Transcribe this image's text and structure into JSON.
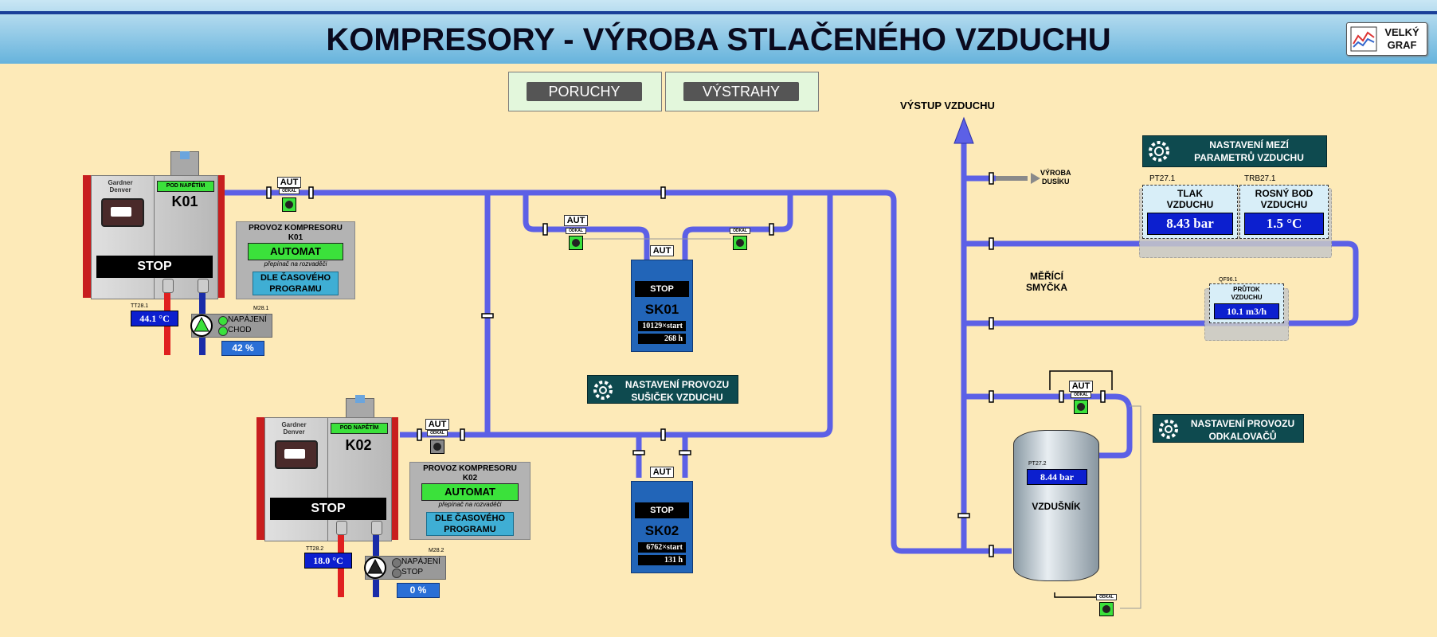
{
  "header": {
    "title": "KOMPRESORY - VÝROBA STLAČENÉHO VZDUCHU",
    "graph_button": "VELKÝ\nGRAF"
  },
  "tabs": {
    "faults": "PORUCHY",
    "warnings": "VÝSTRAHY"
  },
  "labels": {
    "air_output": "VÝSTUP VZDUCHU",
    "nitrogen": "VÝROBA\nDUSÍKU",
    "measuring_loop": "MĚŘÍCÍ\nSMYČKA",
    "receiver": "VZDUŠNÍK"
  },
  "settings": {
    "limits": "NASTAVENÍ MEZÍ\nPARAMETRŮ VZDUCHU",
    "dryers": "NASTAVENÍ PROVOZU\nSUŠIČEK VZDUCHU",
    "drains": "NASTAVENÍ PROVOZU\nODKALOVAČŮ"
  },
  "common": {
    "aut": "AUT",
    "odkal": "ODKAL",
    "brand": "Gardner\nDenver",
    "pod_napetim": "POD NAPĚTÍM",
    "switch_note": "přepínač na rozvaděči",
    "automat": "AUTOMAT",
    "schedule": "DLE ČASOVÉHO\nPROGRAMU",
    "stop": "STOP"
  },
  "k01": {
    "name": "K01",
    "state": "STOP",
    "ctrl_title": "PROVOZ KOMPRESORU\nK01",
    "temp_tag": "TT28.1",
    "temp": "44.1 °C",
    "motor_tag": "M28.1",
    "status1": "NAPÁJENÍ",
    "status2": "CHOD",
    "load": "42 %"
  },
  "k02": {
    "name": "K02",
    "state": "STOP",
    "ctrl_title": "PROVOZ KOMPRESORU\nK02",
    "temp_tag": "TT28.2",
    "temp": "18.0 °C",
    "motor_tag": "M28.2",
    "status1": "NAPÁJENÍ",
    "status2": "STOP",
    "load": "0 %"
  },
  "sk01": {
    "name": "SK01",
    "state": "STOP",
    "starts": "10129×start",
    "hours": "268 h"
  },
  "sk02": {
    "name": "SK02",
    "state": "STOP",
    "starts": "6762×start",
    "hours": "131 h"
  },
  "pressure": {
    "tag": "PT27.1",
    "title": "TLAK\nVZDUCHU",
    "value": "8.43 bar"
  },
  "dewpoint": {
    "tag": "TRB27.1",
    "title": "ROSNÝ BOD\nVZDUCHU",
    "value": "1.5 °C"
  },
  "flow": {
    "tag": "QF96.1",
    "title": "PRŮTOK\nVZDUCHU",
    "value": "10.1 m3/h"
  },
  "receiver_pressure": {
    "tag": "PT27.2",
    "value": "8.44 bar"
  },
  "colors": {
    "pipe": "#5c60e6",
    "run_green": "#3be13b",
    "dark_button": "#0e4a4f",
    "display_blue": "#0c1fcf"
  }
}
